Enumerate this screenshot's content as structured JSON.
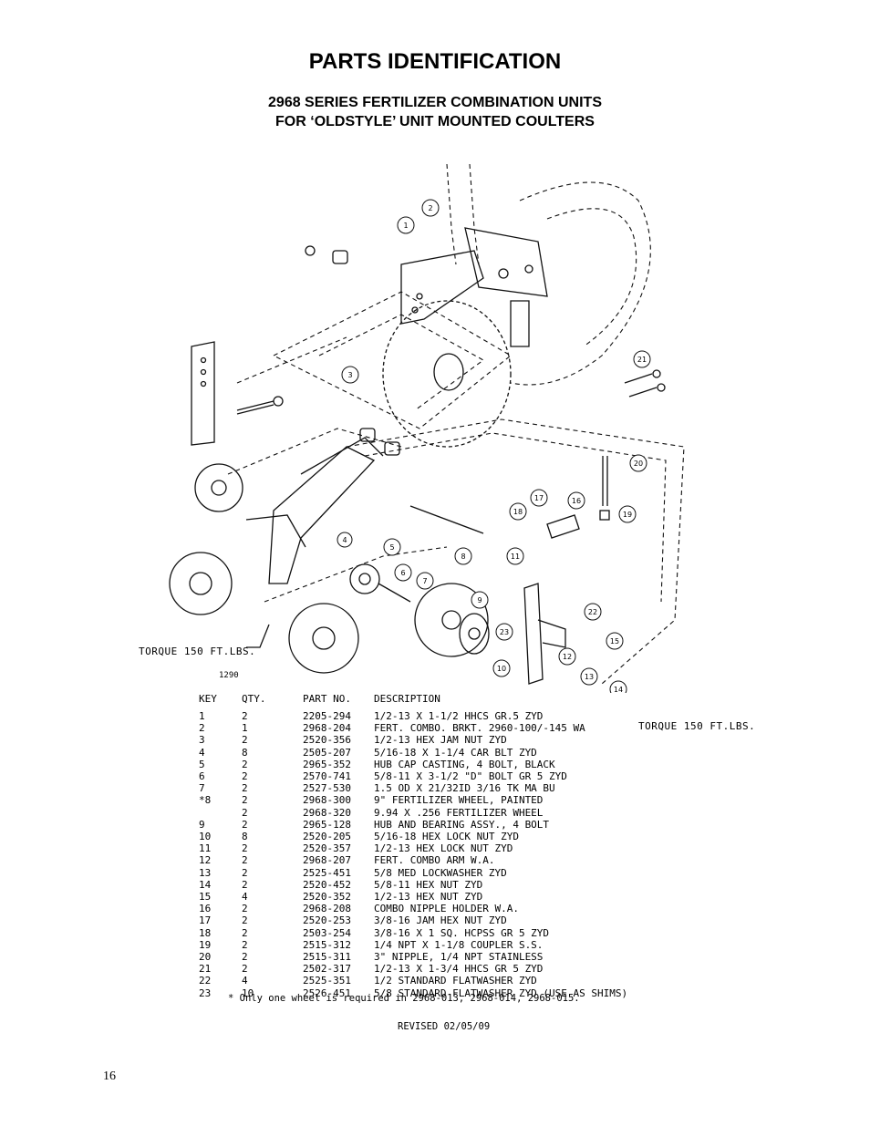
{
  "title": "PARTS IDENTIFICATION",
  "subtitle_line1": "2968 SERIES FERTILIZER COMBINATION UNITS",
  "subtitle_line2": "FOR ‘OLDSTYLE’ UNIT MOUNTED COULTERS",
  "torque_left": "TORQUE 150 FT.LBS.",
  "torque_right": "TORQUE 150 FT.LBS.",
  "drawing_number": "1290",
  "callouts": [
    "1",
    "2",
    "3",
    "4",
    "5",
    "6",
    "7",
    "8",
    "9",
    "10",
    "11",
    "12",
    "13",
    "14",
    "15",
    "16",
    "17",
    "18",
    "19",
    "20",
    "21",
    "22",
    "23"
  ],
  "table": {
    "headers": {
      "key": "KEY",
      "qty": "QTY.",
      "part": "PART NO.",
      "desc": "DESCRIPTION"
    },
    "rows": [
      {
        "key": "1",
        "qty": "2",
        "part": "2205-294",
        "desc": "1/2-13 X 1-1/2 HHCS GR.5 ZYD"
      },
      {
        "key": "2",
        "qty": "1",
        "part": "2968-204",
        "desc": "FERT. COMBO. BRKT. 2960-100/-145 WA"
      },
      {
        "key": "3",
        "qty": "2",
        "part": "2520-356",
        "desc": "1/2-13 HEX JAM NUT ZYD"
      },
      {
        "key": "4",
        "qty": "8",
        "part": "2505-207",
        "desc": "5/16-18 X 1-1/4 CAR BLT ZYD"
      },
      {
        "key": "5",
        "qty": "2",
        "part": "2965-352",
        "desc": "HUB CAP CASTING, 4 BOLT, BLACK"
      },
      {
        "key": "6",
        "qty": "2",
        "part": "2570-741",
        "desc": "5/8-11 X 3-1/2 \"D\" BOLT GR 5 ZYD"
      },
      {
        "key": "7",
        "qty": "2",
        "part": "2527-530",
        "desc": "1.5 OD X 21/32ID 3/16 TK MA BU"
      },
      {
        "key": "*8",
        "qty": "2",
        "part": "2968-300",
        "desc": "9\" FERTILIZER WHEEL, PAINTED"
      },
      {
        "key": "",
        "qty": "2",
        "part": "2968-320",
        "desc": "9.94 X .256 FERTILIZER WHEEL"
      },
      {
        "key": "9",
        "qty": "2",
        "part": "2965-128",
        "desc": "HUB AND BEARING ASSY., 4 BOLT"
      },
      {
        "key": "10",
        "qty": "8",
        "part": "2520-205",
        "desc": "5/16-18 HEX LOCK NUT ZYD"
      },
      {
        "key": "11",
        "qty": "2",
        "part": "2520-357",
        "desc": "1/2-13 HEX LOCK NUT ZYD"
      },
      {
        "key": "12",
        "qty": "2",
        "part": "2968-207",
        "desc": "FERT. COMBO ARM W.A."
      },
      {
        "key": "13",
        "qty": "2",
        "part": "2525-451",
        "desc": "5/8 MED LOCKWASHER ZYD"
      },
      {
        "key": "14",
        "qty": "2",
        "part": "2520-452",
        "desc": "5/8-11 HEX NUT ZYD"
      },
      {
        "key": "15",
        "qty": "4",
        "part": "2520-352",
        "desc": "1/2-13 HEX NUT ZYD"
      },
      {
        "key": "16",
        "qty": "2",
        "part": "2968-208",
        "desc": "COMBO NIPPLE HOLDER W.A."
      },
      {
        "key": "17",
        "qty": "2",
        "part": "2520-253",
        "desc": "3/8-16 JAM HEX NUT ZYD"
      },
      {
        "key": "18",
        "qty": "2",
        "part": "2503-254",
        "desc": "3/8-16 X 1 SQ. HCPSS GR 5 ZYD"
      },
      {
        "key": "19",
        "qty": "2",
        "part": "2515-312",
        "desc": "1/4 NPT X 1-1/8 COUPLER S.S."
      },
      {
        "key": "20",
        "qty": "2",
        "part": "2515-311",
        "desc": "3\" NIPPLE, 1/4 NPT STAINLESS"
      },
      {
        "key": "21",
        "qty": "2",
        "part": "2502-317",
        "desc": "1/2-13 X 1-3/4 HHCS GR 5 ZYD"
      },
      {
        "key": "22",
        "qty": "4",
        "part": "2525-351",
        "desc": "1/2 STANDARD FLATWASHER ZYD"
      },
      {
        "key": "23",
        "qty": "10",
        "part": "2526-451",
        "desc": "5/8 STANDARD FLATWASHER ZYD (USE AS SHIMS)"
      }
    ]
  },
  "footnote": "* Only one wheel is required in 2968-013, 2968-014, 2968-015.",
  "revised": "REVISED 02/05/09",
  "page_number": "16"
}
